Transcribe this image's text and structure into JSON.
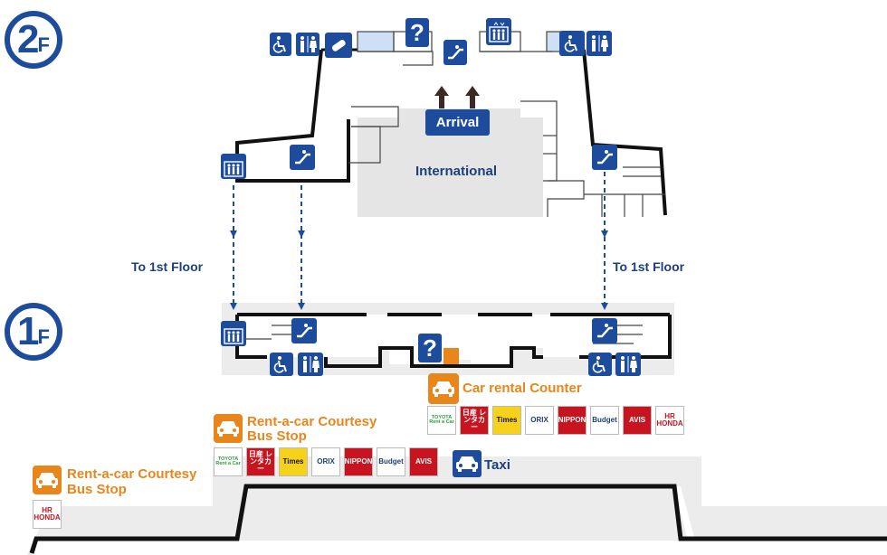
{
  "floors": {
    "second": {
      "num": "2",
      "suffix": "F"
    },
    "first": {
      "num": "1",
      "suffix": "F"
    }
  },
  "labels": {
    "arrival": "Arrival",
    "international": "International",
    "to_first_left": "To 1st Floor",
    "to_first_right": "To 1st Floor",
    "car_rental_counter": "Car rental Counter",
    "courtesy_stop_1_line1": "Rent-a-car Courtesy",
    "courtesy_stop_1_line2": "Bus Stop",
    "courtesy_stop_2_line1": "Rent-a-car Courtesy",
    "courtesy_stop_2_line2": "Bus Stop",
    "taxi": "Taxi",
    "info": "?"
  },
  "brands_counter": [
    {
      "id": "toyota",
      "text": "TOYOTA Rent a Car",
      "color": "#2a9d3a",
      "bg": "#ffffff",
      "fg": "#2a9d3a"
    },
    {
      "id": "nissan",
      "text": "日産 レンタカー",
      "color": "#c7141e",
      "bg": "#c7141e",
      "fg": "#ffffff"
    },
    {
      "id": "times",
      "text": "Times",
      "color": "#f7d21a",
      "bg": "#f7d21a",
      "fg": "#111111"
    },
    {
      "id": "orix",
      "text": "ORIX",
      "color": "#1d3f7a",
      "bg": "#ffffff",
      "fg": "#1d3f7a"
    },
    {
      "id": "nippon",
      "text": "NIPPON",
      "color": "#c7141e",
      "bg": "#c7141e",
      "fg": "#ffffff"
    },
    {
      "id": "budget",
      "text": "Budget",
      "color": "#f08a00",
      "bg": "#ffffff",
      "fg": "#1d3f7a"
    },
    {
      "id": "avis",
      "text": "AVIS",
      "color": "#c7141e",
      "bg": "#c7141e",
      "fg": "#ffffff"
    },
    {
      "id": "honda",
      "text": "HR HONDA",
      "color": "#c7141e",
      "bg": "#ffffff",
      "fg": "#c7141e"
    }
  ],
  "brands_courtesy": [
    {
      "id": "toyota",
      "text": "TOYOTA Rent a Car",
      "color": "#2a9d3a",
      "bg": "#ffffff",
      "fg": "#2a9d3a"
    },
    {
      "id": "nissan",
      "text": "日産 レンタカー",
      "color": "#c7141e",
      "bg": "#c7141e",
      "fg": "#ffffff"
    },
    {
      "id": "times",
      "text": "Times",
      "color": "#f7d21a",
      "bg": "#f7d21a",
      "fg": "#111111"
    },
    {
      "id": "orix",
      "text": "ORIX",
      "color": "#1d3f7a",
      "bg": "#ffffff",
      "fg": "#1d3f7a"
    },
    {
      "id": "nippon",
      "text": "NIPPON",
      "color": "#c7141e",
      "bg": "#c7141e",
      "fg": "#ffffff"
    },
    {
      "id": "budget",
      "text": "Budget",
      "color": "#f08a00",
      "bg": "#ffffff",
      "fg": "#1d3f7a"
    },
    {
      "id": "avis",
      "text": "AVIS",
      "color": "#c7141e",
      "bg": "#c7141e",
      "fg": "#ffffff"
    }
  ],
  "brands_courtesy_left": [
    {
      "id": "honda",
      "text": "HR HONDA",
      "color": "#c7141e",
      "bg": "#ffffff",
      "fg": "#c7141e"
    }
  ],
  "colors": {
    "navy": "#1d4c9c",
    "orange": "#e8861c",
    "floor_gray": "#ececec",
    "wall": "#111111"
  },
  "icons": [
    "wheelchair-icon",
    "restroom-icon",
    "nursing-bottle-icon",
    "information-icon",
    "escalator-icon",
    "elevator-icon",
    "car-icon",
    "taxi-icon"
  ]
}
